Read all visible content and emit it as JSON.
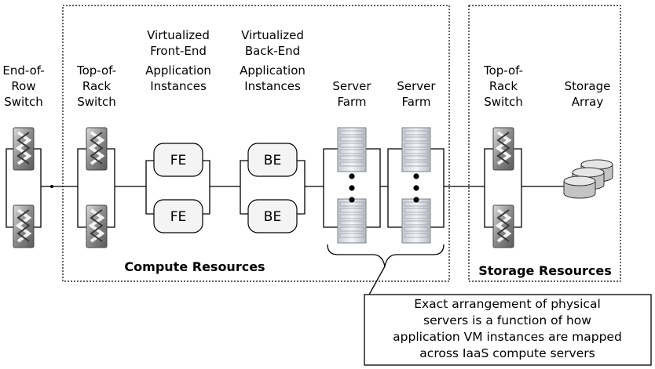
{
  "labels": {
    "end_of_row": [
      "End-of-",
      "Row",
      "Switch"
    ],
    "tor_compute": [
      "Top-of-",
      "Rack",
      "Switch"
    ],
    "frontend": [
      "Virtualized",
      "Front-End",
      "Application",
      "Instances"
    ],
    "backend": [
      "Virtualized",
      "Back-End",
      "Application",
      "Instances"
    ],
    "farm1": [
      "Server",
      "Farm"
    ],
    "farm2": [
      "Server",
      "Farm"
    ],
    "tor_storage": [
      "Top-of-",
      "Rack",
      "Switch"
    ],
    "storage": [
      "Storage",
      "Array"
    ]
  },
  "vm": {
    "fe": "FE",
    "be": "BE"
  },
  "regions": {
    "compute": "Compute Resources",
    "storage": "Storage Resources"
  },
  "note": [
    "Exact arrangement of physical",
    "servers is a function of how",
    "application VM instances are mapped",
    "across IaaS compute servers"
  ]
}
